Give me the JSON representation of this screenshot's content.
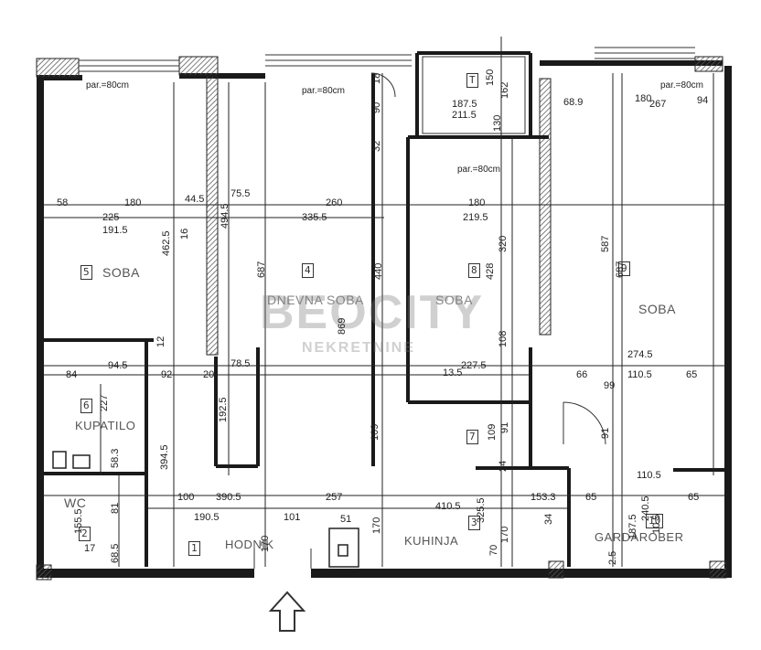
{
  "rooms": {
    "soba_left": {
      "label": "SOBA",
      "num": "5"
    },
    "dnevna": {
      "label": "DNEVNA SOBA",
      "num": "4"
    },
    "soba_mid": {
      "label": "SOBA",
      "num": "8"
    },
    "soba_right": {
      "label": "SOBA",
      "num": "9"
    },
    "kupatilo": {
      "label": "KUPATILO",
      "num": "6"
    },
    "wc": {
      "label": "WC",
      "num": "2"
    },
    "hodnik": {
      "label": "HODNIK",
      "num": "1"
    },
    "kuhinja": {
      "label": "KUHINJA",
      "num": "3"
    },
    "gardarober": {
      "label": "GARDAROBER",
      "num": "10"
    },
    "hall": {
      "num": "7"
    },
    "terasa": {
      "num": "T"
    }
  },
  "watermark": {
    "brand": "BEOCITY",
    "sub": "NEKRETNINE"
  },
  "dims": {
    "d58": "58",
    "d180a": "180",
    "d44_5": "44.5",
    "d75_5": "75.5",
    "d225": "225",
    "d191_5": "191.5",
    "d462_5": "462.5",
    "d16": "16",
    "d494_5": "494.5",
    "d335_5": "335.5",
    "d260": "260",
    "d687a": "687",
    "d440": "440",
    "d869": "869",
    "d180b": "180",
    "d219_5": "219.5",
    "d320": "320",
    "d428": "428",
    "d108": "108",
    "d587": "587",
    "d687b": "687",
    "d12": "12",
    "d78_5": "78.5",
    "d92": "92",
    "d20": "20",
    "d84": "84",
    "d94_5": "94.5",
    "d17": "17",
    "d227": "227",
    "d192_5": "192.5",
    "d394_5": "394.5",
    "d58_3": "58.3",
    "d227_5": "227.5",
    "d13_5": "13.5",
    "d91a": "91",
    "d66": "66",
    "d110_5": "110.5",
    "d65": "65",
    "d274_5": "274.5",
    "d109a": "109",
    "d109b": "109",
    "d91b": "91",
    "d100": "100",
    "d390_5": "390.5",
    "d257": "257",
    "d410_5": "410.5",
    "d153_3": "153.3",
    "d190_5": "190.5",
    "d170a": "170",
    "d101": "101",
    "d51": "51",
    "d170b": "170",
    "d170c": "170",
    "d325_5": "325.5",
    "d155_5": "155.5",
    "d81": "81",
    "d68_5": "68.5",
    "d70": "70",
    "d187_5": "187.5",
    "d240_5": "240.5",
    "d110_5b": "110.5",
    "d65b": "65",
    "d2_5": "2.5",
    "d150": "150",
    "d162": "162",
    "d211_5": "211.5",
    "d187_5b": "187.5",
    "d32": "32",
    "d90": "90",
    "d68_9": "68.9",
    "d267": "267",
    "d180c": "180",
    "d94": "94",
    "d130": "130",
    "d18": "18",
    "d24": "24",
    "d34": "34",
    "d10_5": "10.5",
    "d99": "99",
    "par1": "par.=80cm",
    "par2": "par.=80cm",
    "par3": "par.=80cm",
    "par4": "par.=80cm"
  },
  "colors": {
    "wall": "#1a1a1a",
    "hatch": "#666666",
    "dimline": "#222222",
    "watermark": "#888888"
  }
}
